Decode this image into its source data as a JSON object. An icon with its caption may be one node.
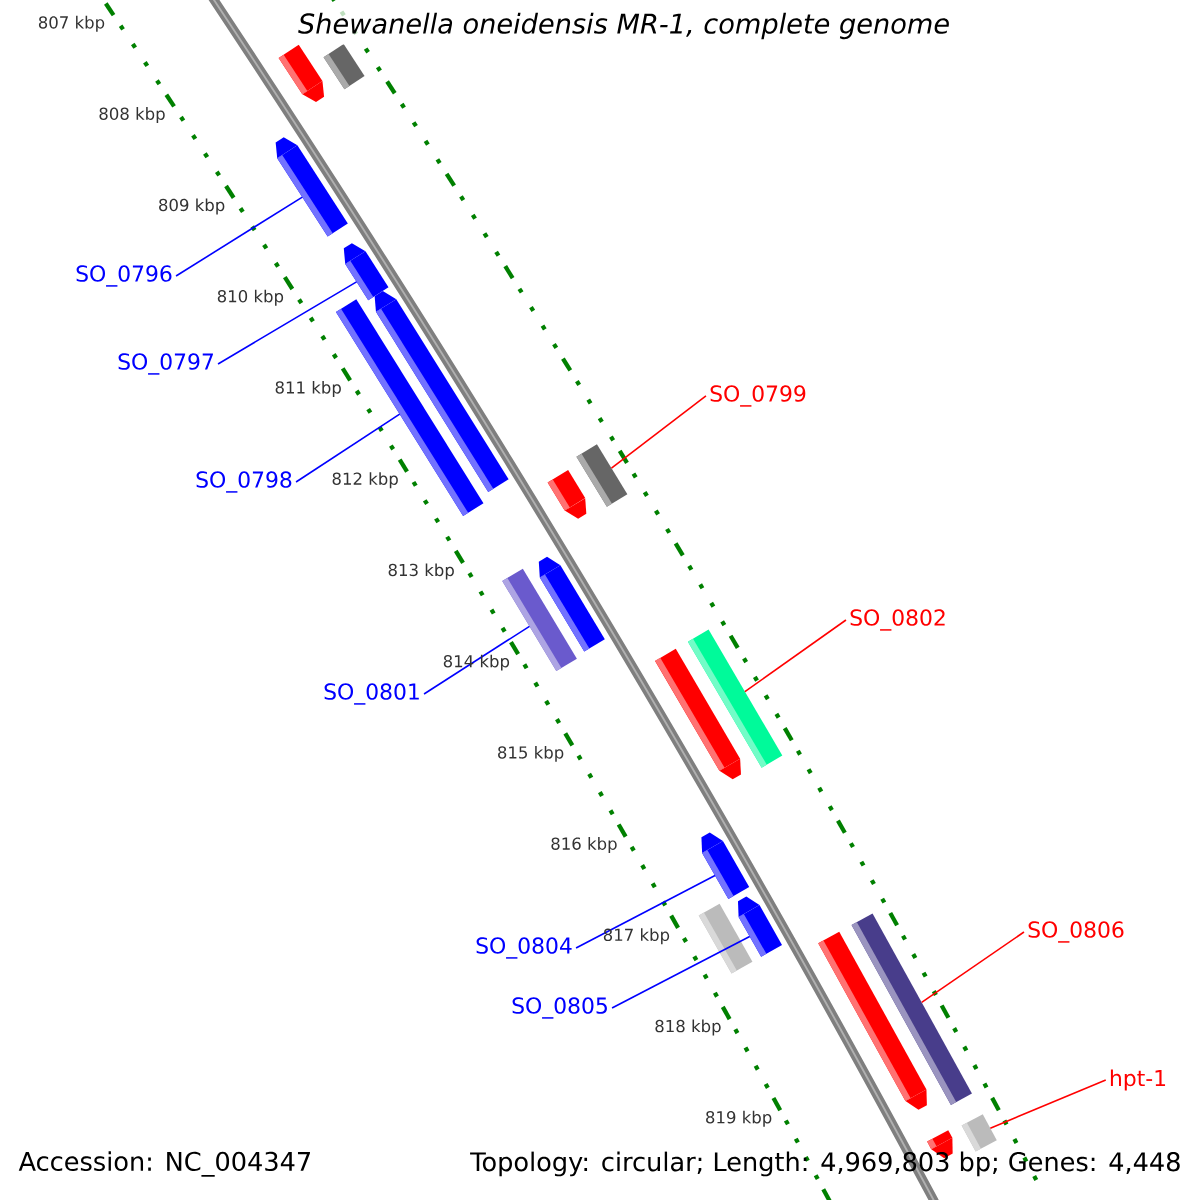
{
  "diagram": {
    "title": "Shewanella oneidensis MR-1, complete genome",
    "nodes": [
      {
        "text": [],
        "shape": "bar"
      },
      {
        "text": [],
        "shape": "bar"
      },
      {
        "text": [],
        "shape": "bar"
      },
      {
        "text": [],
        "shape": "bar"
      },
      {
        "text": [],
        "shape": "bar"
      },
      {
        "text": [],
        "shape": "bar"
      },
      {
        "text": [],
        "shape": "bar"
      },
      {
        "text": [],
        "shape": "bar"
      },
      {
        "text": [],
        "shape": "bar"
      },
      {
        "text": [],
        "shape": "bar"
      },
      {
        "text": [],
        "shape": "bar"
      },
      {
        "text": [],
        "shape": "bar"
      },
      {
        "text": [],
        "shape": "bar"
      },
      {
        "text": [],
        "shape": "bar"
      },
      {
        "text": [],
        "shape": "bar"
      },
      {
        "text": [],
        "shape": "bar"
      },
      {
        "text": [],
        "shape": "bar"
      },
      {
        "text": [],
        "shape": "bar"
      },
      {
        "text": [],
        "shape": "bar"
      },
      {
        "text": [
          "SO_0796"
        ]
      },
      {
        "text": [
          "SO_0797"
        ]
      },
      {
        "text": [
          "SO_0798"
        ]
      },
      {
        "text": [
          "SO_0799"
        ]
      },
      {
        "text": [
          "SO_0801"
        ]
      },
      {
        "text": [
          "SO_0802"
        ]
      },
      {
        "text": [
          "SO_0804"
        ]
      },
      {
        "text": [
          "SO_0805"
        ]
      },
      {
        "text": [
          "SO_0806"
        ]
      },
      {
        "text": [
          "hpt-1"
        ]
      }
    ],
    "edges": [
      {
        "from": 19,
        "to": 2,
        "arrow": "none"
      },
      {
        "from": 20,
        "to": 3,
        "arrow": "none"
      },
      {
        "from": 21,
        "to": 5,
        "arrow": "none"
      },
      {
        "from": 22,
        "to": 7,
        "arrow": "none",
        "color": "#ff0000"
      },
      {
        "from": 23,
        "to": 9,
        "arrow": "none"
      },
      {
        "from": 24,
        "to": 11,
        "arrow": "none",
        "color": "#ff0000"
      },
      {
        "from": 25,
        "to": 12,
        "arrow": "none"
      },
      {
        "from": 26,
        "to": 13,
        "arrow": "none"
      },
      {
        "from": 27,
        "to": 16,
        "arrow": "none",
        "color": "#ff0000"
      },
      {
        "from": 28,
        "to": 18,
        "arrow": "none",
        "color": "#ff0000"
      }
    ],
    "labels": [
      "807 kbp",
      "808 kbp",
      "809 kbp",
      "810 kbp",
      "811 kbp",
      "812 kbp",
      "813 kbp",
      "814 kbp",
      "815 kbp",
      "816 kbp",
      "817 kbp",
      "818 kbp",
      "819 kbp",
      "Accession: NC_004347",
      "Topology: circular; Length: 4,969,803 bp; Genes: 4,448"
    ]
  }
}
